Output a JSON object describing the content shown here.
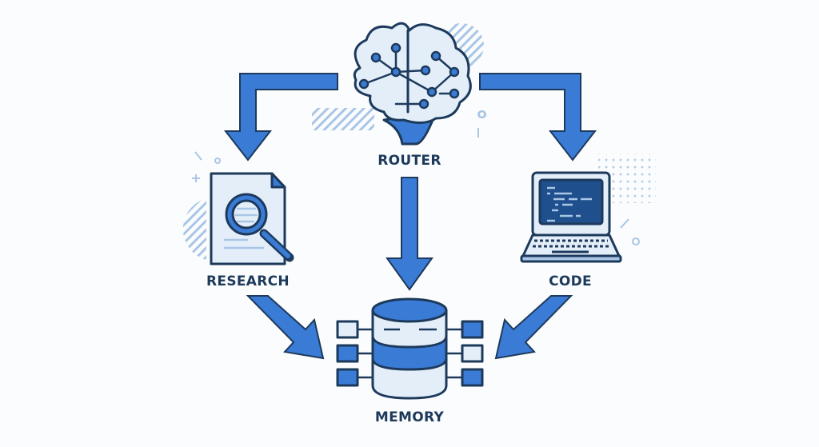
{
  "diagram": {
    "nodes": {
      "router": {
        "label": "ROUTER",
        "icon": "brain-circuit-icon"
      },
      "research": {
        "label": "RESEARCH",
        "icon": "document-magnifier-icon"
      },
      "code": {
        "label": "CODE",
        "icon": "laptop-code-icon"
      },
      "memory": {
        "label": "MEMORY",
        "icon": "database-icon"
      }
    },
    "edges": [
      {
        "from": "router",
        "to": "research"
      },
      {
        "from": "router",
        "to": "code"
      },
      {
        "from": "router",
        "to": "memory"
      },
      {
        "from": "research",
        "to": "memory"
      },
      {
        "from": "code",
        "to": "memory"
      }
    ],
    "colors": {
      "primary": "#3a7bd5",
      "outline": "#1d3a5c",
      "light_fill": "#e4eef9",
      "accent_light": "#a9c6e6"
    }
  }
}
